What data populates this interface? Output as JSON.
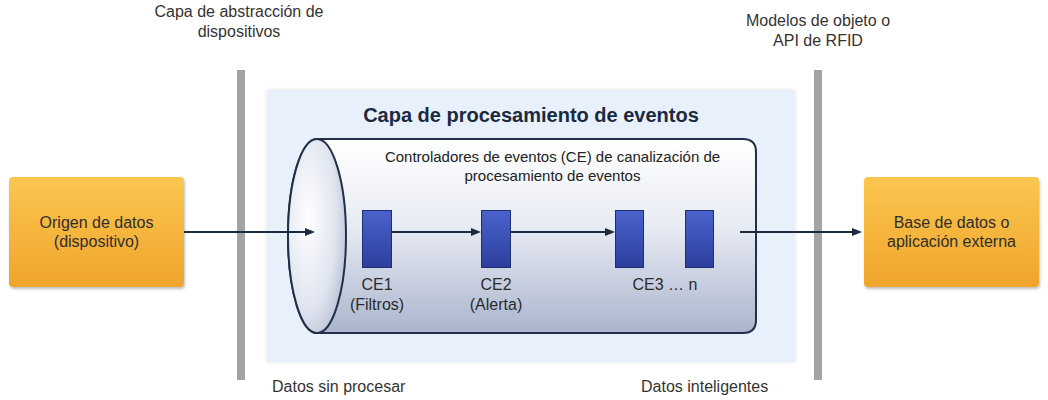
{
  "diagram": {
    "nodes": [
      {
        "text": [
          "Origen de datos (dispositivo)"
        ]
      },
      {
        "text": [
          "Capa de procesamiento de eventos"
        ]
      },
      {
        "text": [
          "Controladores de eventos (CE) de canalización de procesamiento de eventos"
        ],
        "in": 1
      },
      {
        "text": [
          "CE1 (Filtros)"
        ],
        "in": 2
      },
      {
        "text": [
          "CE2 (Alerta)"
        ],
        "in": 2
      },
      {
        "text": [
          "CE3 … n"
        ],
        "in": 2
      },
      {
        "text": [
          "Base de datos o aplicación externa"
        ]
      }
    ],
    "edges": [
      {
        "from": 0,
        "to": 2,
        "arrow": "to"
      },
      {
        "from": 3,
        "to": 4,
        "arrow": "to"
      },
      {
        "from": 4,
        "to": 5,
        "arrow": "to"
      },
      {
        "from": 5,
        "to": 6,
        "arrow": "to"
      }
    ],
    "labels": [
      "Capa de abstracción de dispositivos",
      "Modelos de objeto o API de RFID",
      "Datos sin procesar",
      "Datos inteligentes"
    ]
  }
}
